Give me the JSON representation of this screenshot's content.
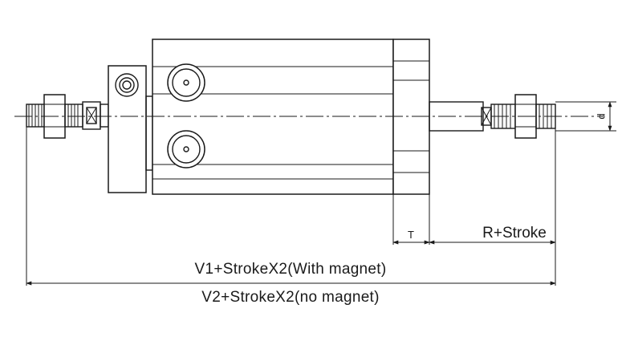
{
  "labels": {
    "t": "T",
    "r_stroke": "R+Stroke",
    "v1": "V1+StrokeX2(With magnet)",
    "v2": "V2+StrokeX2(no magnet)",
    "d": "d"
  },
  "colors": {
    "line": "#1a1a1a",
    "background": "#ffffff"
  }
}
